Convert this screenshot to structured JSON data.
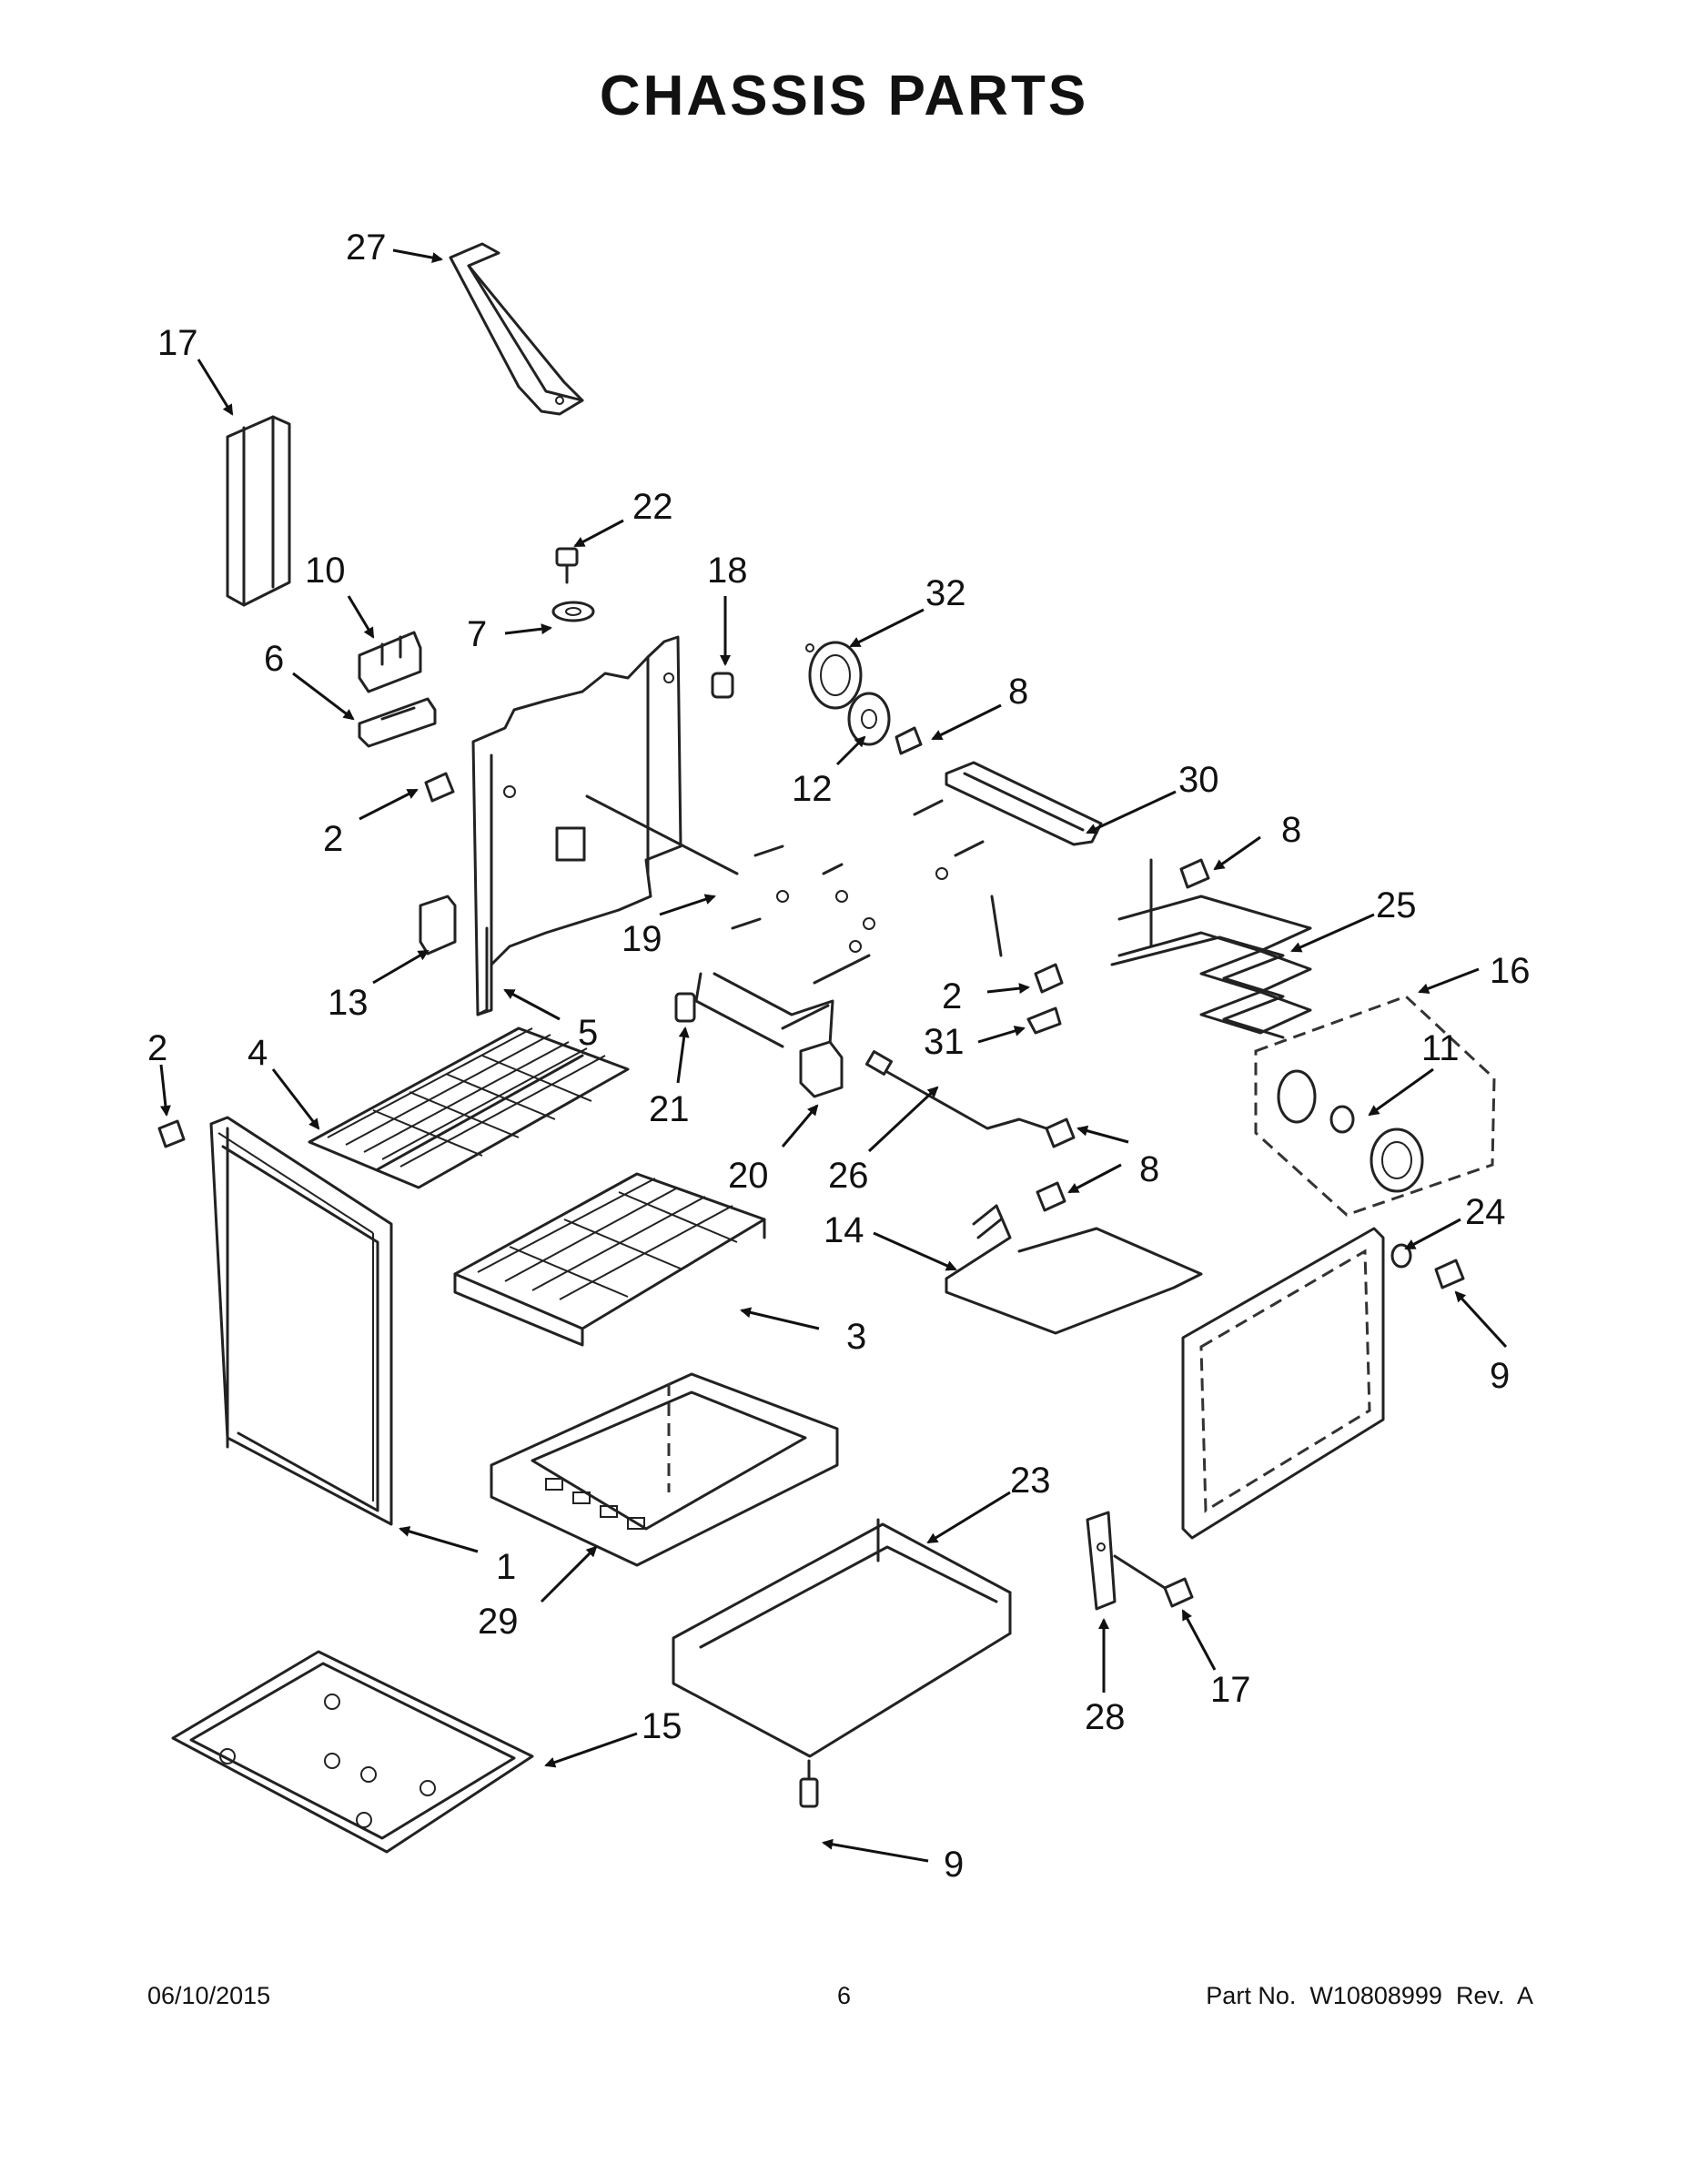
{
  "title": "CHASSIS PARTS",
  "footer": {
    "date": "06/10/2015",
    "page": "6",
    "part_number": "Part No.  W10808999  Rev.  A"
  },
  "callouts": [
    {
      "id": "c27",
      "label": "27"
    },
    {
      "id": "c17a",
      "label": "17"
    },
    {
      "id": "c22",
      "label": "22"
    },
    {
      "id": "c18",
      "label": "18"
    },
    {
      "id": "c10",
      "label": "10"
    },
    {
      "id": "c7",
      "label": "7"
    },
    {
      "id": "c32",
      "label": "32"
    },
    {
      "id": "c6",
      "label": "6"
    },
    {
      "id": "c8a",
      "label": "8"
    },
    {
      "id": "c12",
      "label": "12"
    },
    {
      "id": "c30",
      "label": "30"
    },
    {
      "id": "c2a",
      "label": "2"
    },
    {
      "id": "c8b",
      "label": "8"
    },
    {
      "id": "c25",
      "label": "25"
    },
    {
      "id": "c19",
      "label": "19"
    },
    {
      "id": "c16",
      "label": "16"
    },
    {
      "id": "c13",
      "label": "13"
    },
    {
      "id": "c5",
      "label": "5"
    },
    {
      "id": "c2b",
      "label": "2"
    },
    {
      "id": "c2c",
      "label": "2"
    },
    {
      "id": "c4",
      "label": "4"
    },
    {
      "id": "c11",
      "label": "11"
    },
    {
      "id": "c31",
      "label": "31"
    },
    {
      "id": "c21",
      "label": "21"
    },
    {
      "id": "c20",
      "label": "20"
    },
    {
      "id": "c26",
      "label": "26"
    },
    {
      "id": "c8c",
      "label": "8"
    },
    {
      "id": "c14",
      "label": "14"
    },
    {
      "id": "c24",
      "label": "24"
    },
    {
      "id": "c3",
      "label": "3"
    },
    {
      "id": "c9a",
      "label": "9"
    },
    {
      "id": "c1",
      "label": "1"
    },
    {
      "id": "c23",
      "label": "23"
    },
    {
      "id": "c29",
      "label": "29"
    },
    {
      "id": "c17b",
      "label": "17"
    },
    {
      "id": "c28",
      "label": "28"
    },
    {
      "id": "c15",
      "label": "15"
    },
    {
      "id": "c9b",
      "label": "9"
    }
  ]
}
